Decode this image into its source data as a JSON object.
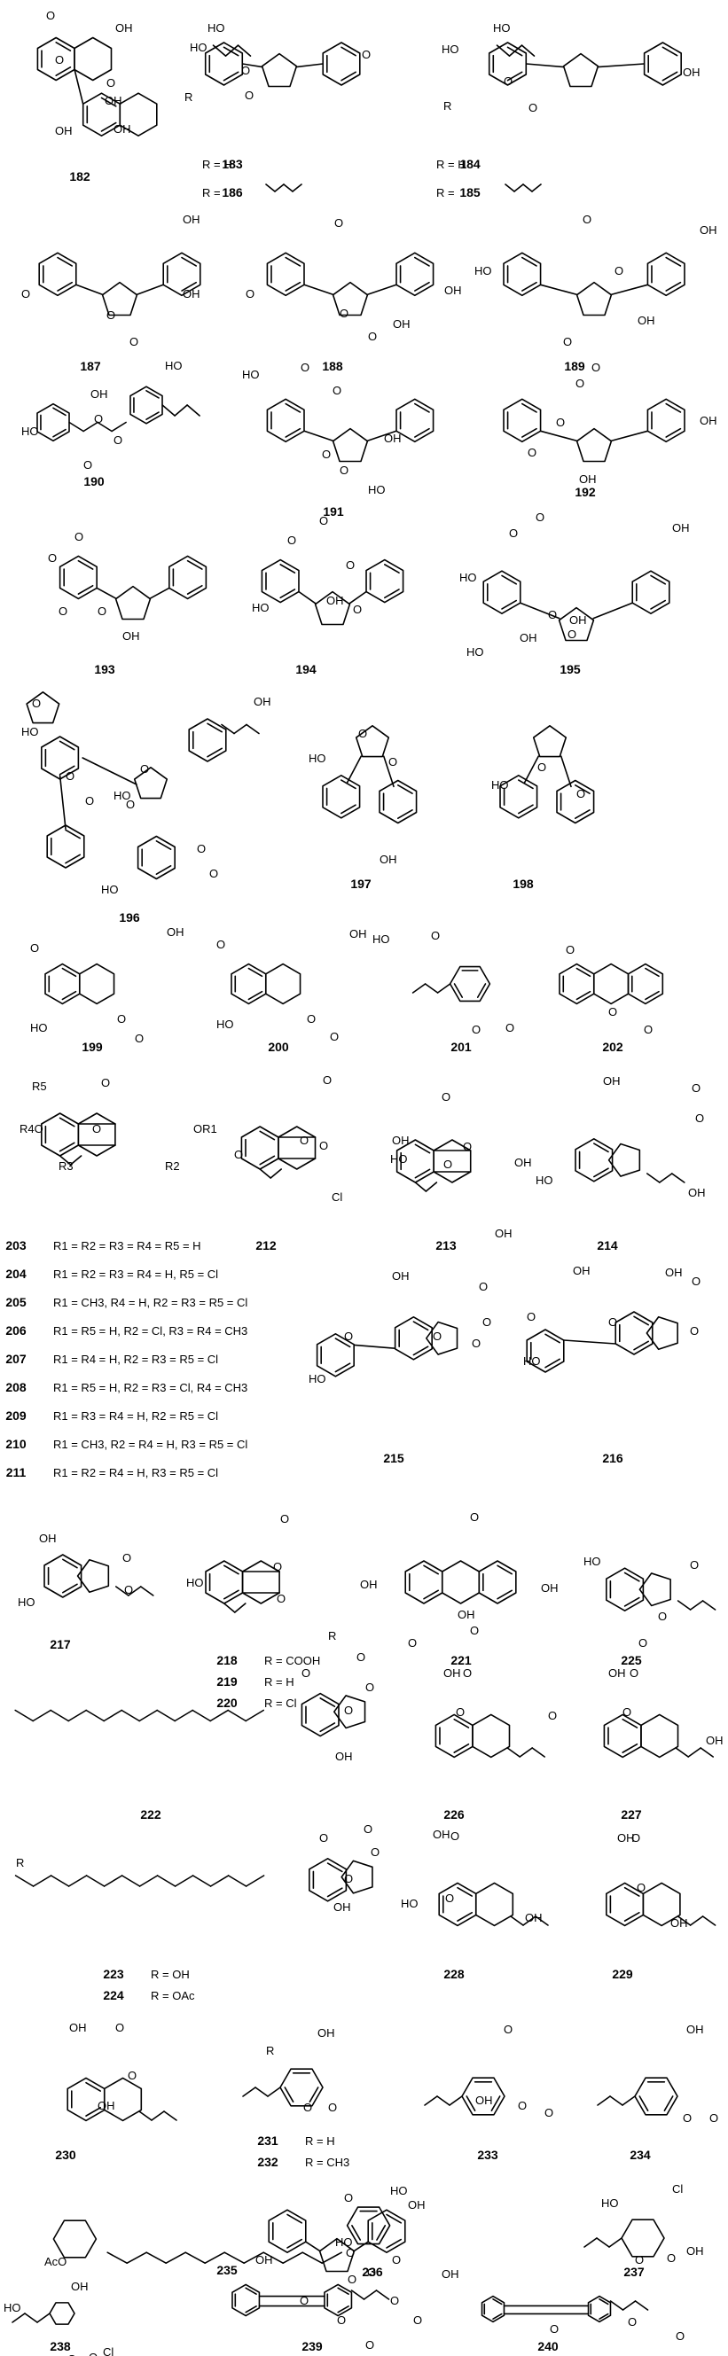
{
  "compounds": [
    {
      "id": "182",
      "atoms": [
        "O",
        "O",
        "O",
        "OH",
        "OH",
        "OH",
        "OH"
      ]
    },
    {
      "id": "183",
      "atoms": [
        "HO",
        "HO",
        "R",
        "O",
        "O",
        "O"
      ],
      "note": "R = H"
    },
    {
      "id": "186",
      "note": "R ="
    },
    {
      "id": "184",
      "atoms": [
        "HO",
        "HO",
        "R",
        "O",
        "O",
        "OH"
      ],
      "note": "R = H"
    },
    {
      "id": "185",
      "note": "R ="
    },
    {
      "id": "187",
      "atoms": [
        "OH",
        "O",
        "O",
        "O",
        "OH"
      ]
    },
    {
      "id": "188",
      "atoms": [
        "O",
        "O",
        "O",
        "O",
        "OH",
        "OH"
      ]
    },
    {
      "id": "189",
      "atoms": [
        "HO",
        "O",
        "O",
        "O",
        "OH",
        "OH"
      ]
    },
    {
      "id": "190",
      "atoms": [
        "HO",
        "OH",
        "O",
        "O",
        "HO",
        "O"
      ]
    },
    {
      "id": "191",
      "atoms": [
        "O",
        "HO",
        "O",
        "O",
        "OH",
        "O",
        "HO"
      ]
    },
    {
      "id": "192",
      "atoms": [
        "O",
        "O",
        "O",
        "O",
        "OH",
        "OH"
      ]
    },
    {
      "id": "193",
      "atoms": [
        "O",
        "O",
        "O",
        "O",
        "OH"
      ]
    },
    {
      "id": "194",
      "atoms": [
        "O",
        "O",
        "O",
        "O",
        "HO",
        "OH"
      ]
    },
    {
      "id": "195",
      "atoms": [
        "O",
        "O",
        "OH",
        "O",
        "O",
        "HO",
        "OH",
        "HO",
        "OH"
      ]
    },
    {
      "id": "196",
      "atoms": [
        "O",
        "HO",
        "O",
        "O",
        "O",
        "HO",
        "O",
        "O",
        "O",
        "OH",
        "HO"
      ]
    },
    {
      "id": "197",
      "atoms": [
        "HO",
        "O",
        "O",
        "OH"
      ]
    },
    {
      "id": "198",
      "atoms": [
        "HO",
        "O",
        "O"
      ]
    },
    {
      "id": "199",
      "atoms": [
        "O",
        "OH",
        "HO",
        "O",
        "O"
      ]
    },
    {
      "id": "200",
      "atoms": [
        "O",
        "OH",
        "HO",
        "O",
        "O",
        "HO"
      ]
    },
    {
      "id": "201",
      "atoms": [
        "O",
        "O",
        "O"
      ]
    },
    {
      "id": "202",
      "atoms": [
        "O",
        "O",
        "O"
      ]
    },
    {
      "id": "203",
      "atoms": [
        "R5",
        "R4O",
        "R3",
        "OR1",
        "R2",
        "O",
        "O"
      ],
      "note": "R1 = R2 = R3 = R4 = R5 = H"
    },
    {
      "id": "204",
      "note": "R1 = R2 = R3 = R4 = H, R5 = Cl"
    },
    {
      "id": "205",
      "note": "R1 = CH3, R4 = H, R2 = R3 = R5 = Cl"
    },
    {
      "id": "206",
      "note": "R1 = R5 = H, R2 = Cl, R3 = R4 = CH3"
    },
    {
      "id": "207",
      "note": "R1 = R4 = H, R2 = R3 = R5 = Cl"
    },
    {
      "id": "208",
      "note": "R1 = R5 = H, R2 = R3 = Cl, R4 = CH3"
    },
    {
      "id": "209",
      "note": "R1 = R3 = R4 = H, R2 = R5 = Cl"
    },
    {
      "id": "210",
      "note": "R1 = CH3, R2 = R4 = H, R3 = R5 = Cl"
    },
    {
      "id": "211",
      "note": "R1 = R2 = R4 = H, R3 = R5 = Cl"
    },
    {
      "id": "212",
      "atoms": [
        "O",
        "O",
        "O",
        "O",
        "OH",
        "Cl"
      ]
    },
    {
      "id": "213",
      "atoms": [
        "O",
        "HO",
        "O",
        "O",
        "OH",
        "OH"
      ]
    },
    {
      "id": "214",
      "atoms": [
        "OH",
        "O",
        "O",
        "HO",
        "OH"
      ]
    },
    {
      "id": "215",
      "atoms": [
        "OH",
        "O",
        "O",
        "O",
        "O",
        "HO",
        "O"
      ]
    },
    {
      "id": "216",
      "atoms": [
        "OH",
        "O",
        "OH",
        "O",
        "O",
        "O",
        "HO"
      ]
    },
    {
      "id": "217",
      "atoms": [
        "OH",
        "O",
        "O",
        "HO"
      ]
    },
    {
      "id": "218",
      "atoms": [
        "O",
        "HO",
        "O",
        "O",
        "OH",
        "R"
      ],
      "note": "R = COOH"
    },
    {
      "id": "219",
      "note": "R = H"
    },
    {
      "id": "220",
      "note": "R = Cl"
    },
    {
      "id": "221",
      "atoms": [
        "O",
        "O",
        "O",
        "OH",
        "OH"
      ]
    },
    {
      "id": "225",
      "atoms": [
        "HO",
        "O",
        "O",
        "O"
      ]
    },
    {
      "id": "222",
      "atoms": [
        "O",
        "O",
        "O",
        "O",
        "OH"
      ]
    },
    {
      "id": "226",
      "atoms": [
        "OH",
        "O",
        "O",
        "O"
      ]
    },
    {
      "id": "227",
      "atoms": [
        "OH",
        "O",
        "O",
        "OH"
      ]
    },
    {
      "id": "223",
      "atoms": [
        "R",
        "O",
        "O",
        "O",
        "O",
        "OH"
      ],
      "note": "R = OH"
    },
    {
      "id": "224",
      "note": "R = OAc"
    },
    {
      "id": "228",
      "atoms": [
        "OH",
        "O",
        "HO",
        "O",
        "OH"
      ]
    },
    {
      "id": "229",
      "atoms": [
        "OH",
        "O",
        "O",
        "OH"
      ]
    },
    {
      "id": "230",
      "atoms": [
        "OH",
        "O",
        "O",
        "OH"
      ]
    },
    {
      "id": "231",
      "atoms": [
        "OH",
        "R",
        "O",
        "O"
      ],
      "note": "R = H"
    },
    {
      "id": "232",
      "note": "R = CH3"
    },
    {
      "id": "233",
      "atoms": [
        "O",
        "OH",
        "O",
        "O"
      ]
    },
    {
      "id": "234",
      "atoms": [
        "OH",
        "O",
        "O"
      ]
    },
    {
      "id": "235",
      "atoms": [
        "AcO",
        "HO",
        "O",
        "O"
      ]
    },
    {
      "id": "236",
      "atoms": [
        "O",
        "HO",
        "O",
        "O",
        "OH"
      ]
    },
    {
      "id": "237",
      "atoms": [
        "HO",
        "Cl",
        "O",
        "O",
        "OH"
      ]
    },
    {
      "id": "238",
      "atoms": [
        "HO",
        "OH",
        "O",
        "O",
        "Cl"
      ]
    },
    {
      "id": "239",
      "atoms": [
        "OH",
        "O",
        "O",
        "O",
        "O",
        "O"
      ]
    },
    {
      "id": "240",
      "atoms": [
        "OH",
        "O",
        "O",
        "O",
        "O",
        "O"
      ]
    }
  ]
}
